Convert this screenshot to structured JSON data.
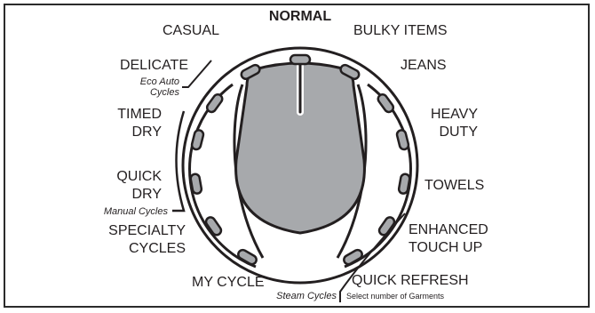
{
  "dial": {
    "cycles": [
      {
        "id": "normal",
        "label": "NORMAL"
      },
      {
        "id": "casual",
        "label": "CASUAL"
      },
      {
        "id": "bulky",
        "label": "BULKY ITEMS"
      },
      {
        "id": "delicate",
        "label": "DELICATE"
      },
      {
        "id": "jeans",
        "label": "JEANS"
      },
      {
        "id": "timed-dry",
        "lines": [
          "TIMED",
          "DRY"
        ]
      },
      {
        "id": "heavy-duty",
        "lines": [
          "HEAVY",
          "DUTY"
        ]
      },
      {
        "id": "quick-dry",
        "lines": [
          "QUICK",
          "DRY"
        ]
      },
      {
        "id": "towels",
        "label": "TOWELS"
      },
      {
        "id": "specialty",
        "lines": [
          "SPECIALTY",
          "CYCLES"
        ]
      },
      {
        "id": "enhanced",
        "lines": [
          "ENHANCED",
          "TOUCH  UP"
        ]
      },
      {
        "id": "my-cycle",
        "label": "MY CYCLE"
      },
      {
        "id": "quick-refresh",
        "label": "QUICK REFRESH"
      }
    ],
    "groups": {
      "eco": [
        "Eco Auto",
        "Cycles"
      ],
      "manual": "Manual Cycles",
      "steam": "Steam Cycles",
      "steam_note": "Select number of Garments"
    }
  },
  "colors": {
    "knob_fill": "#a7a9ac",
    "outline": "#231f20",
    "indicator_fill": "#a7a9ac"
  }
}
